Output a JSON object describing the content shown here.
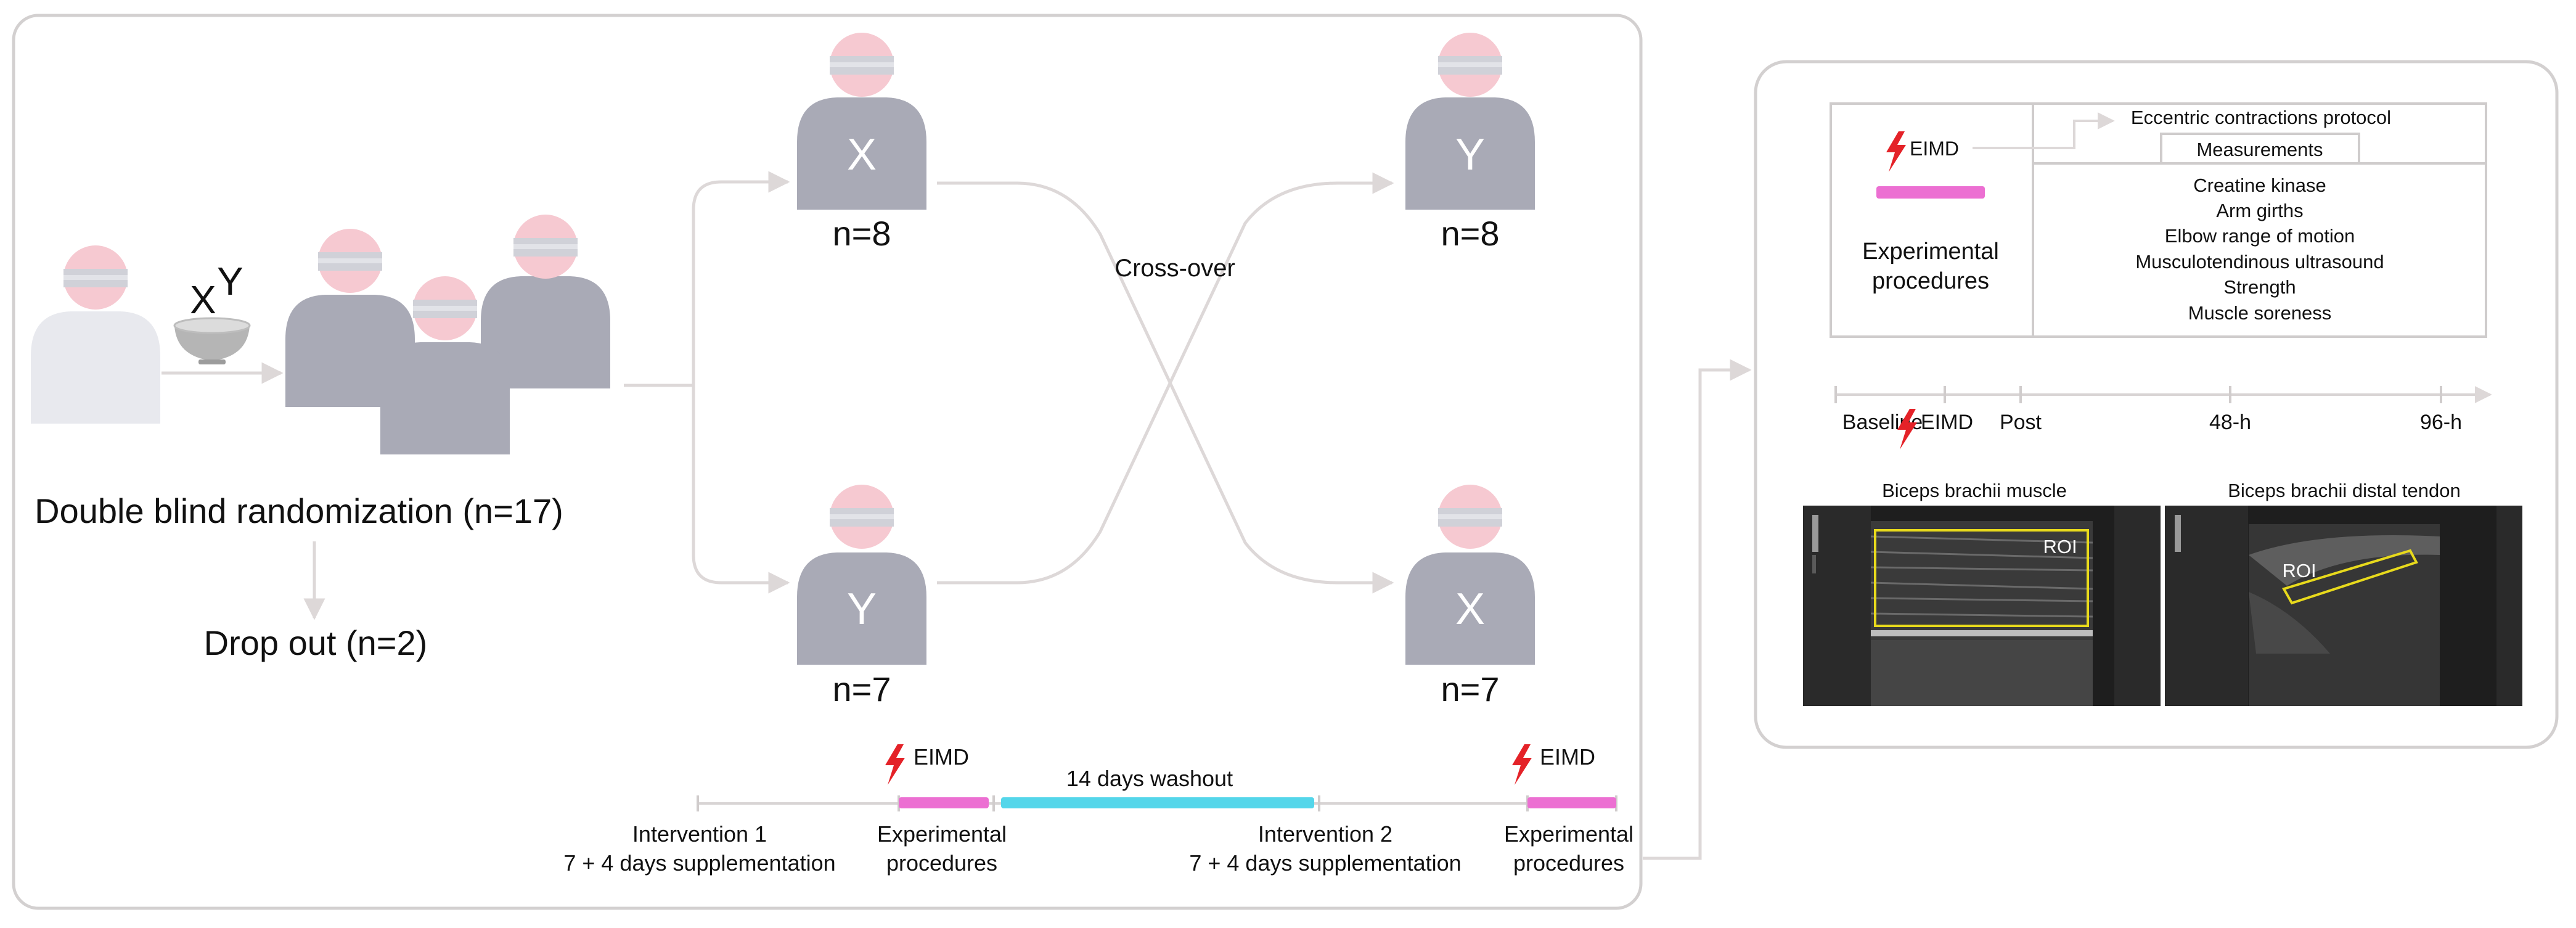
{
  "colors": {
    "panel_border": "#d3d0d0",
    "connector": "#ddd8d8",
    "person_gray": "#a9aab6",
    "person_light": "#e8e9ee",
    "head_pink": "#f6c9d1",
    "visor_gray": "#d0d1d8",
    "pink_bar": "#ec6fd2",
    "cyan_bar": "#54d6ea",
    "lightning_red": "#e42228",
    "roi_yellow": "#e8da1c",
    "ultrasound_dark": "#202020"
  },
  "left_panel": {
    "supplement_labels": {
      "x": "X",
      "y": "Y"
    },
    "randomization_label": "Double blind randomization (n=17)",
    "dropout_label": "Drop out (n=2)",
    "arms": {
      "top_start": {
        "letter": "X",
        "n": "n=8"
      },
      "bottom_start": {
        "letter": "Y",
        "n": "n=7"
      },
      "top_end": {
        "letter": "Y",
        "n": "n=8"
      },
      "bottom_end": {
        "letter": "X",
        "n": "n=7"
      }
    },
    "crossover_label": "Cross-over",
    "timeline": {
      "eimd_1": "EIMD",
      "eimd_2": "EIMD",
      "washout_label": "14 days washout",
      "intervention_1": {
        "title": "Intervention 1",
        "detail": "7 + 4 days supplementation"
      },
      "experimental_1": {
        "line1": "Experimental",
        "line2": "procedures"
      },
      "intervention_2": {
        "title": "Intervention 2",
        "detail": "7 + 4 days supplementation"
      },
      "experimental_2": {
        "line1": "Experimental",
        "line2": "procedures"
      }
    }
  },
  "right_panel": {
    "table": {
      "eimd_label": "EIMD",
      "experimental": {
        "line1": "Experimental",
        "line2": "procedures"
      },
      "eccentric_label": "Eccentric contractions protocol",
      "measurements_label": "Measurements",
      "measurements": [
        "Creatine kinase",
        "Arm girths",
        "Elbow range of motion",
        "Musculotendinous ultrasound",
        "Strength",
        "Muscle soreness"
      ]
    },
    "timeline": {
      "baseline": "Baseline",
      "eimd": "EIMD",
      "post": "Post",
      "h48": "48-h",
      "h96": "96-h"
    },
    "ultrasound": {
      "muscle_title": "Biceps brachii muscle",
      "tendon_title": "Biceps brachii distal tendon",
      "roi_muscle": "ROI",
      "roi_tendon": "ROI"
    }
  }
}
